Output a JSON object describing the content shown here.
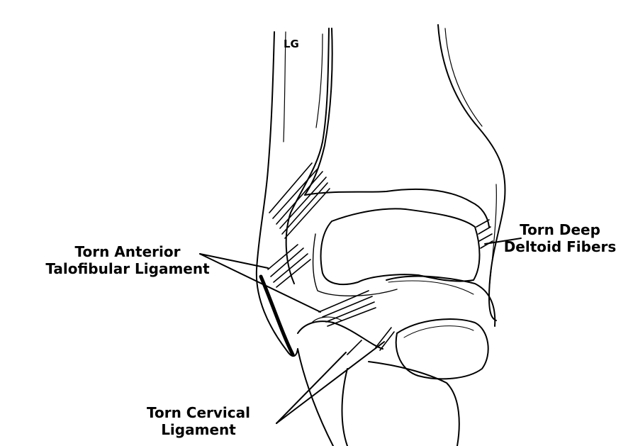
{
  "diagram": {
    "labels": {
      "lg": "LG",
      "anterior_talofibular": [
        "Torn Anterior",
        "Talofibular Ligament"
      ],
      "cervical": [
        "Torn Cervical",
        "Ligament"
      ],
      "deep_deltoid": [
        "Torn Deep",
        "Deltoid Fibers"
      ]
    },
    "colors": {
      "ink": "#000000",
      "paper": "#ffffff"
    }
  }
}
